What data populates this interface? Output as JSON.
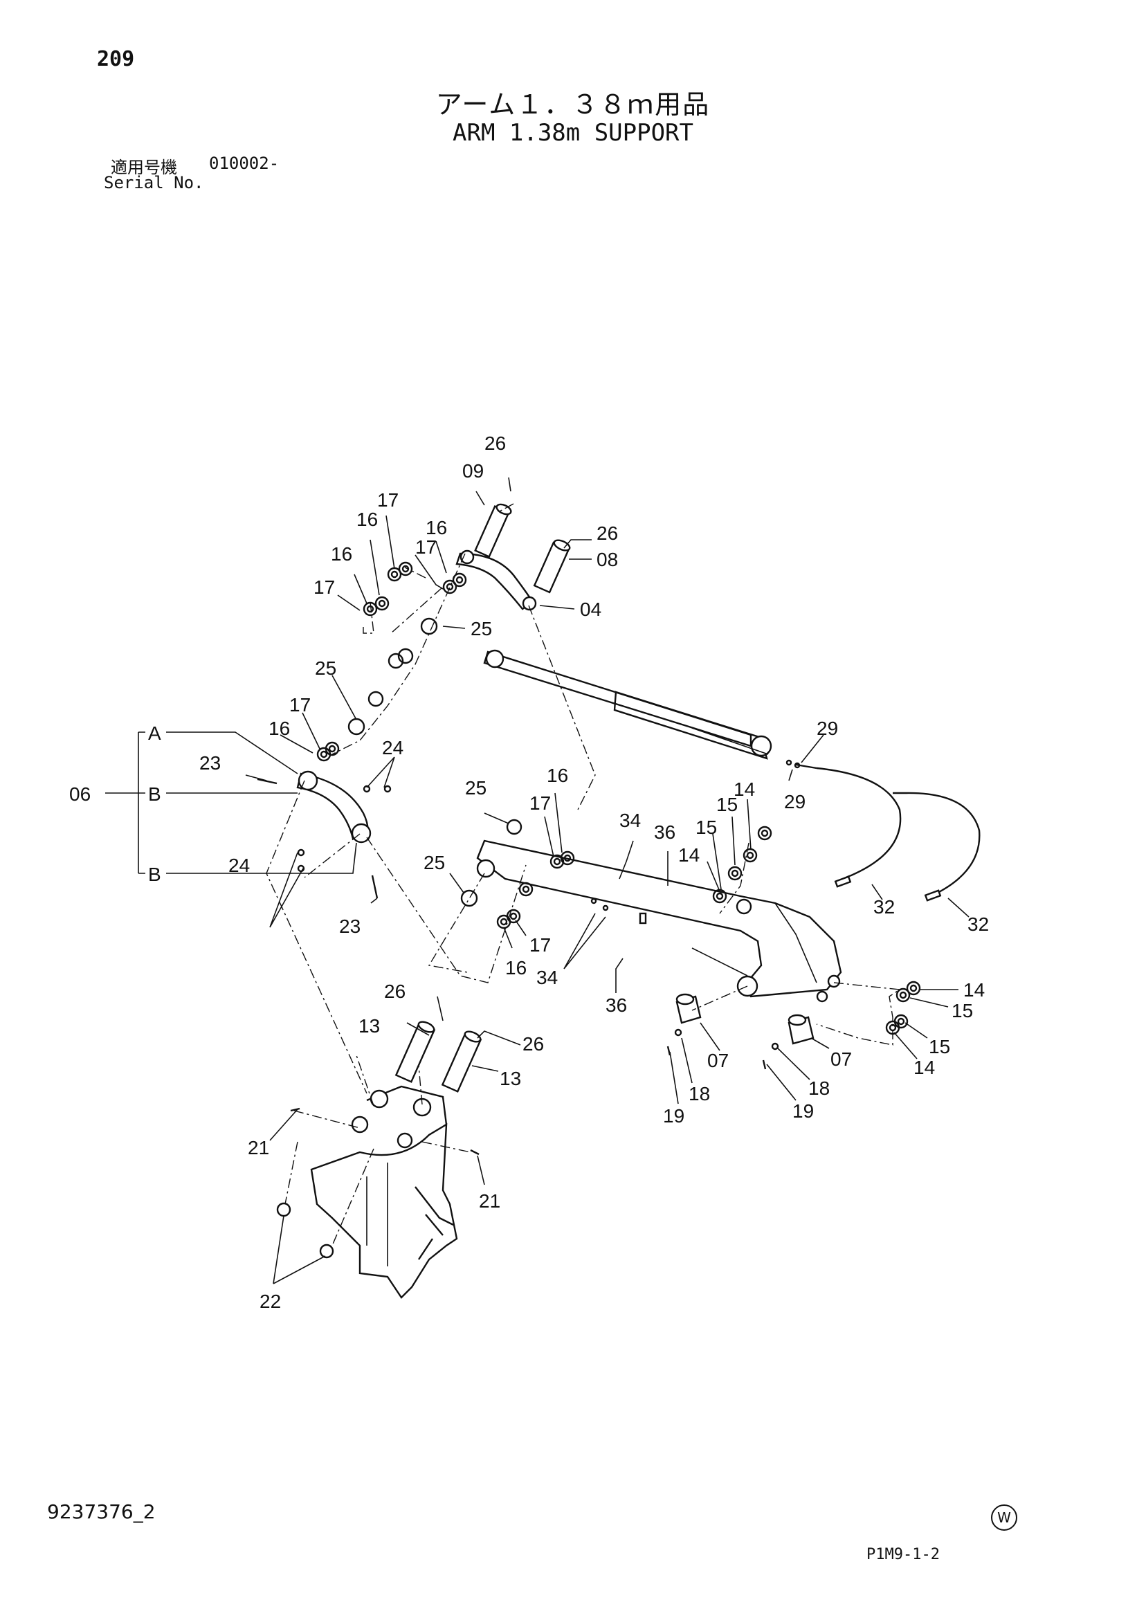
{
  "header": {
    "page_number": "209",
    "title_jp": "アーム１．３８ｍ用品",
    "title_en": "ARM 1.38m SUPPORT",
    "serial_label_jp": "適用号機",
    "serial_value": "010002-",
    "serial_label_en": "Serial No."
  },
  "footer": {
    "doc_id": "9237376_2",
    "mark": "W",
    "page_code": "P1M9-1-2"
  },
  "group_labels": {
    "group": "06",
    "a": "A",
    "b1": "B",
    "b2": "B"
  },
  "callouts": [
    "26",
    "09",
    "17",
    "16",
    "16",
    "17",
    "16",
    "17",
    "26",
    "08",
    "04",
    "25",
    "25",
    "17",
    "16",
    "23",
    "24",
    "24",
    "23",
    "25",
    "16",
    "17",
    "25",
    "16",
    "17",
    "34",
    "36",
    "34",
    "36",
    "14",
    "15",
    "15",
    "14",
    "29",
    "29",
    "32",
    "32",
    "26",
    "13",
    "26",
    "13",
    "07",
    "07",
    "18",
    "18",
    "19",
    "19",
    "14",
    "15",
    "15",
    "14",
    "21",
    "21",
    "22"
  ]
}
